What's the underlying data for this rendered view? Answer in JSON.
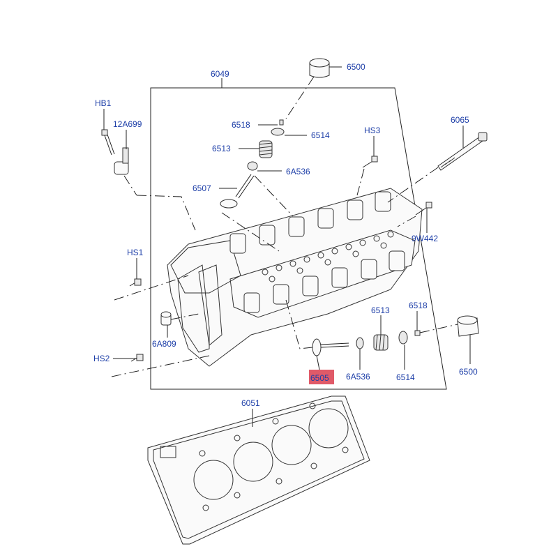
{
  "labels": {
    "p6049": "6049",
    "p6500_top": "6500",
    "hb1": "HB1",
    "p12a699": "12A699",
    "p6518_top": "6518",
    "p6514_top": "6514",
    "p6513_top": "6513",
    "p6a536_top": "6A536",
    "p6507": "6507",
    "hs3": "HS3",
    "p6065": "6065",
    "p9w442": "9W442",
    "hs1": "HS1",
    "p6a809": "6A809",
    "hs2": "HS2",
    "p6513_bot": "6513",
    "p6518_bot": "6518",
    "p6505": "6505",
    "p6a536_bot": "6A536",
    "p6514_bot": "6514",
    "p6500_bot": "6500",
    "p6051": "6051"
  },
  "colors": {
    "label": "#1e3fa8",
    "highlight": "#e05a68",
    "line": "#222222"
  }
}
